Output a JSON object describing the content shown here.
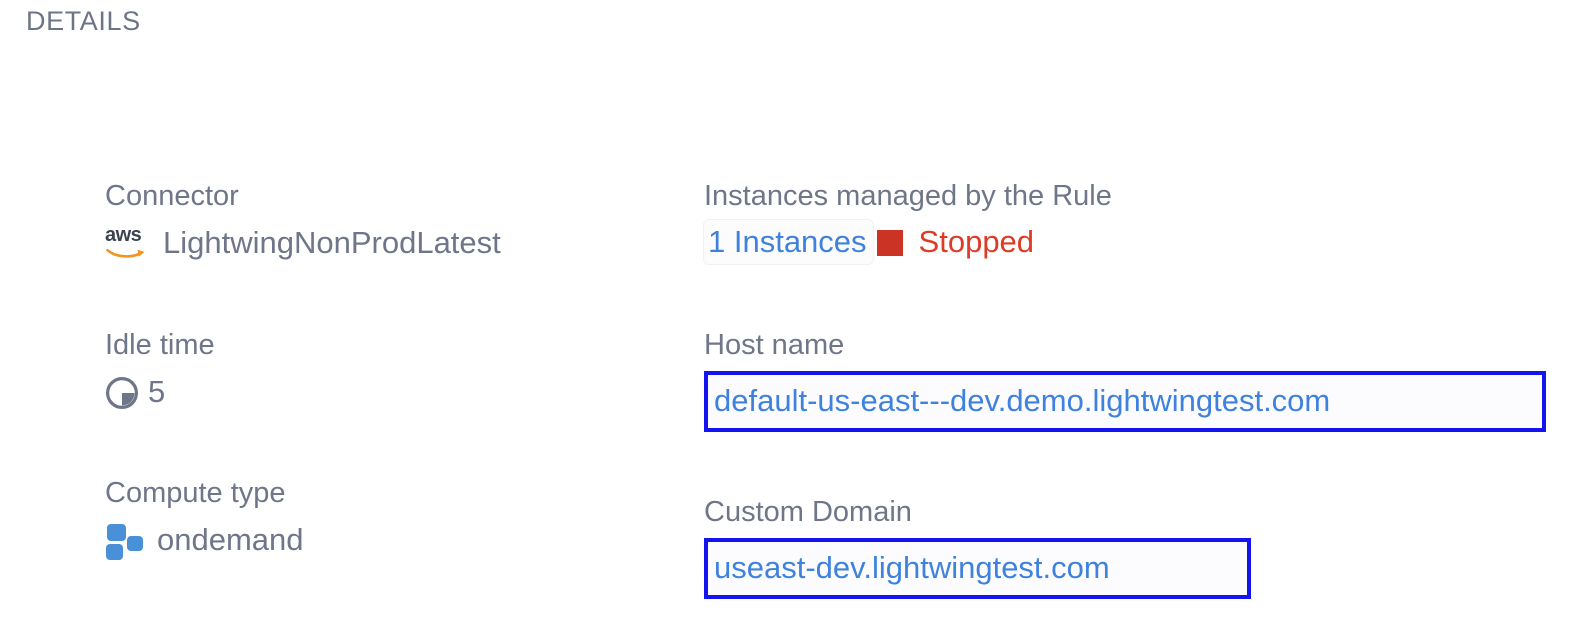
{
  "section": {
    "title": "DETAILS"
  },
  "colors": {
    "label": "#6f7689",
    "link": "#3f82dd",
    "status_stopped": "#dd3b26",
    "status_square": "#cb3425",
    "highlight_border": "#1414f0",
    "compute_icon": "#4a90d9",
    "aws_orange": "#f0951f",
    "aws_text": "#3c4450",
    "background": "#ffffff"
  },
  "left_column": {
    "connector": {
      "label": "Connector",
      "icon": "aws-logo-icon",
      "value": "LightwingNonProdLatest"
    },
    "idle_time": {
      "label": "Idle time",
      "icon": "clock-icon",
      "value": "5"
    },
    "compute_type": {
      "label": "Compute type",
      "icon": "compute-blocks-icon",
      "value": "ondemand"
    }
  },
  "right_column": {
    "instances": {
      "label": "Instances managed by the Rule",
      "count_link": "1 Instances",
      "status_icon": "stopped-square-icon",
      "status": "Stopped"
    },
    "host_name": {
      "label": "Host name",
      "value": "default-us-east---dev.demo.lightwingtest.com"
    },
    "custom_domain": {
      "label": "Custom Domain",
      "value": "useast-dev.lightwingtest.com"
    }
  }
}
